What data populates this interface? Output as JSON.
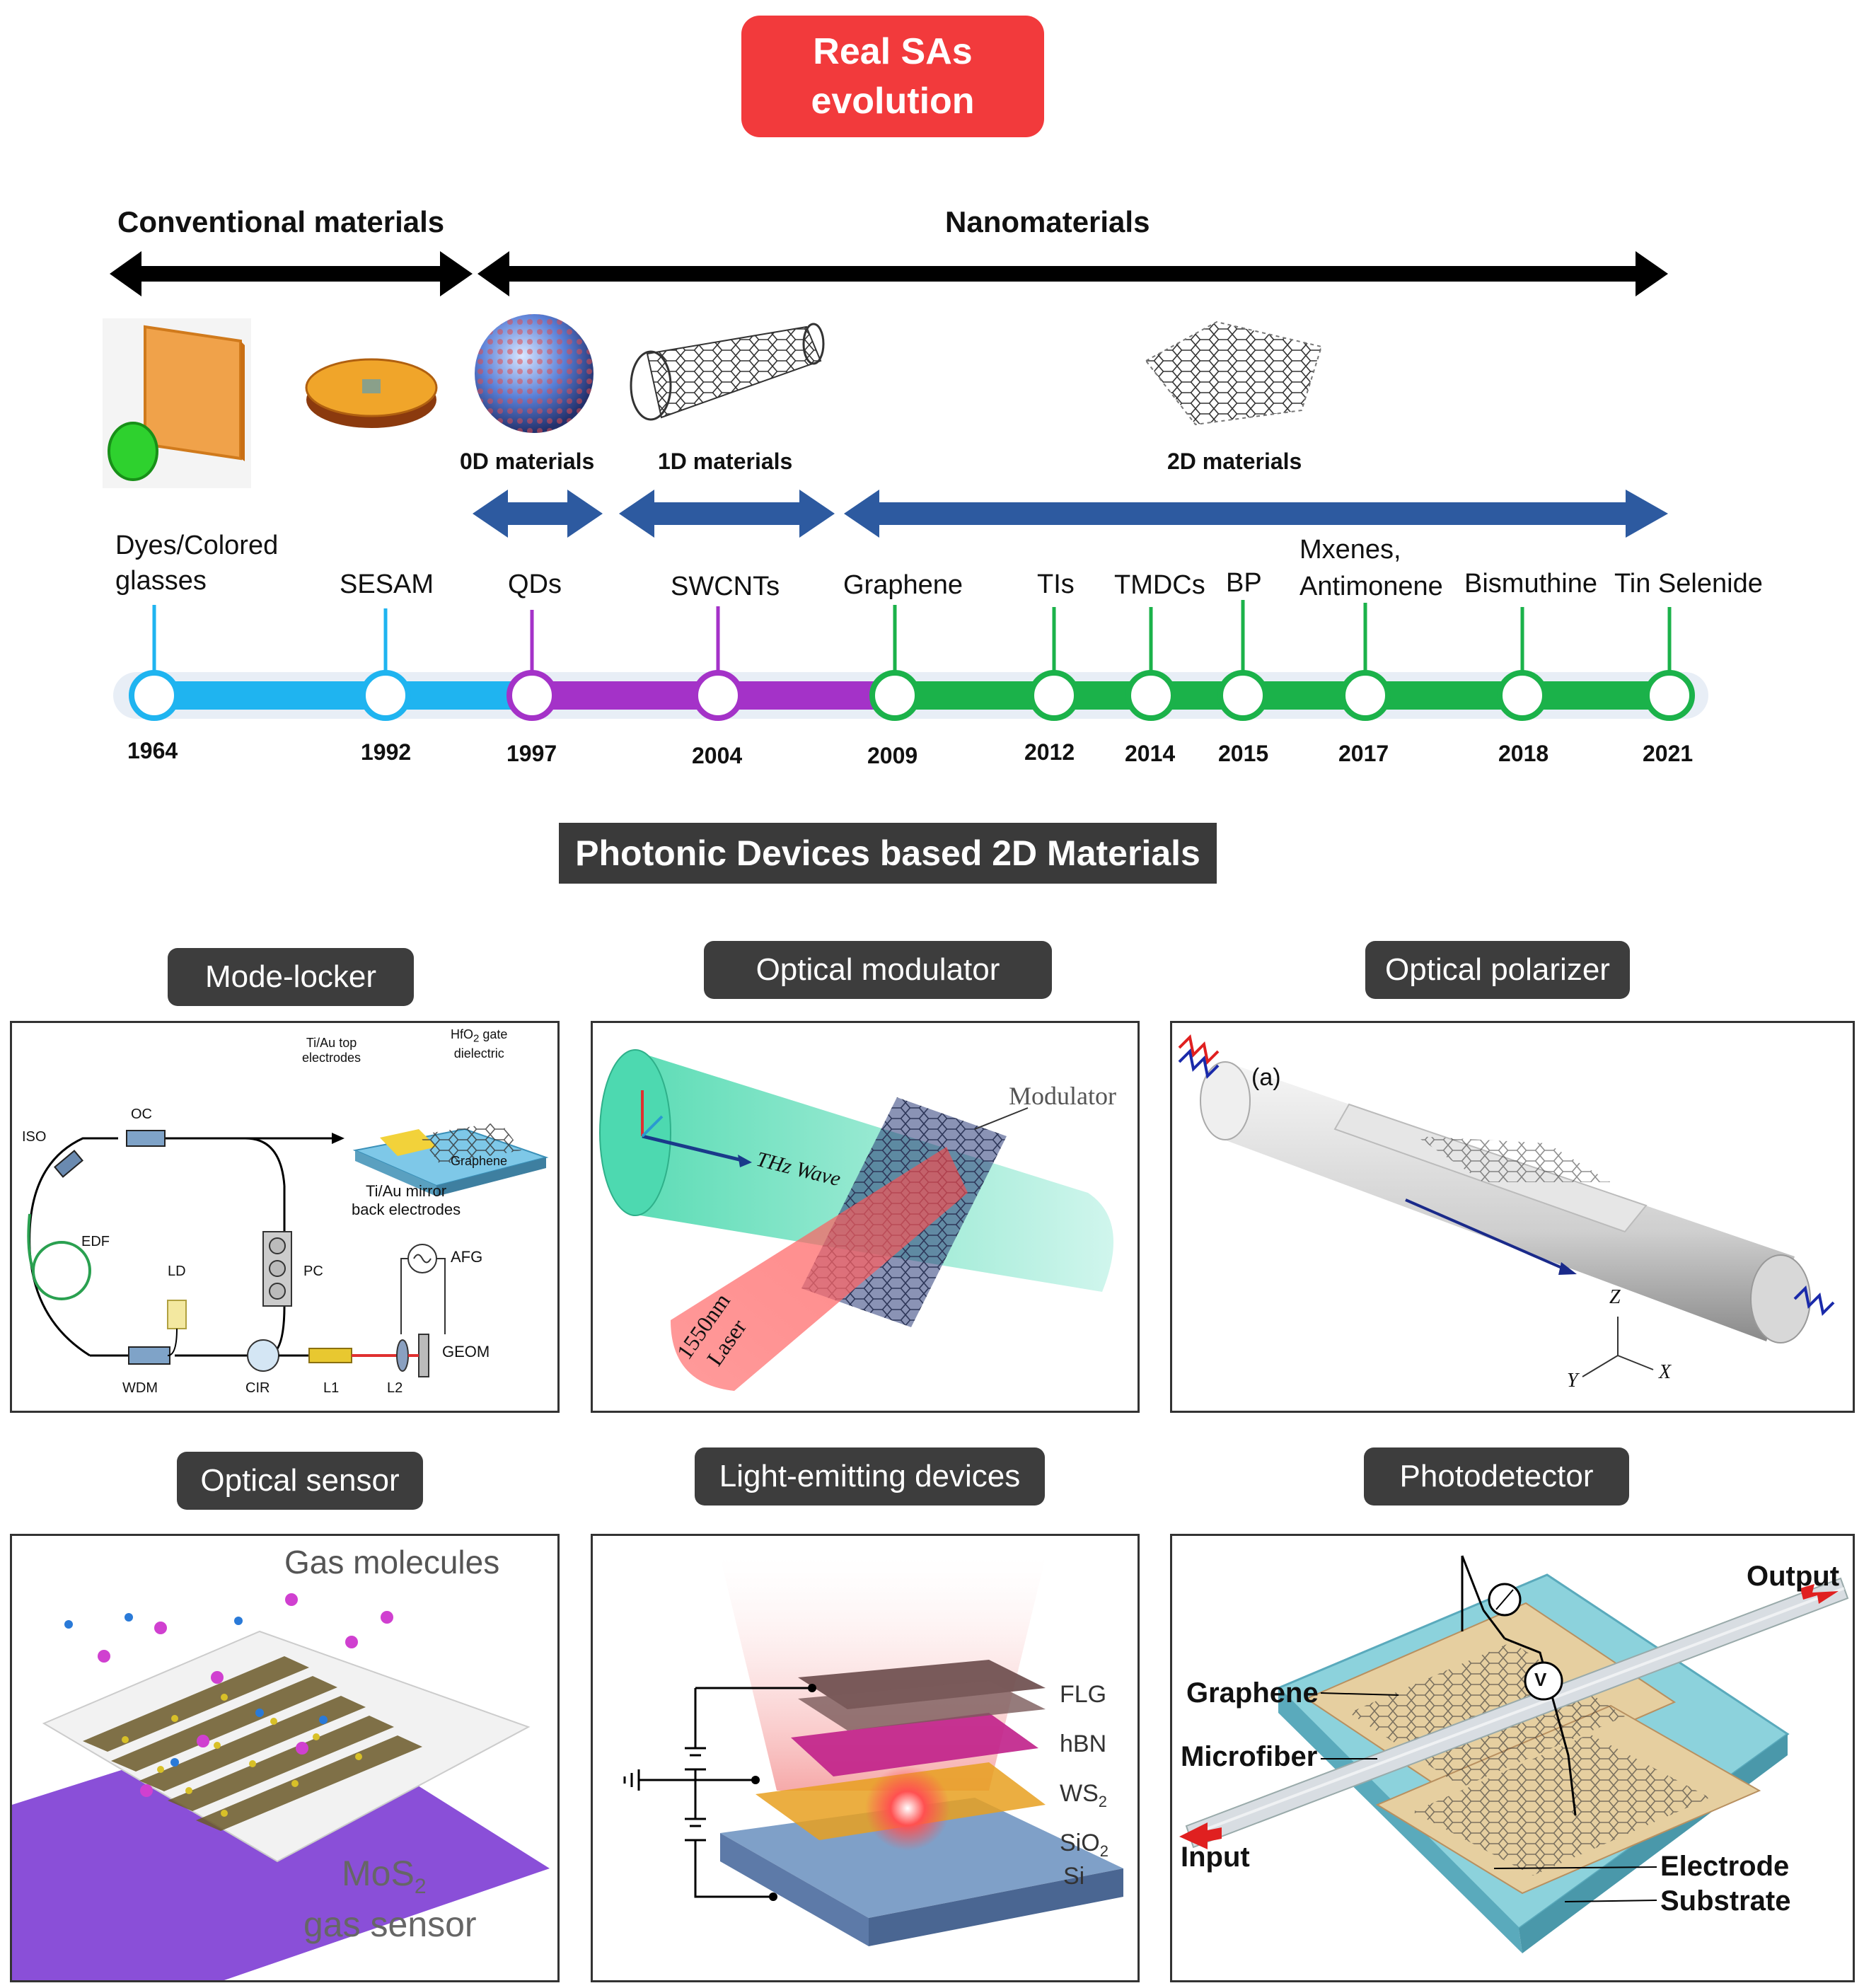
{
  "title": {
    "line1": "Real SAs",
    "line2": "evolution"
  },
  "eras": {
    "conventional": "Conventional materials",
    "nano": "Nanomaterials"
  },
  "material_classes": {
    "zero_d": "0D materials",
    "one_d": "1D materials",
    "two_d": "2D materials"
  },
  "timeline": [
    {
      "label1": "Dyes/Colored",
      "label2": "glasses",
      "year": "1964"
    },
    {
      "label1": "SESAM",
      "year": "1992"
    },
    {
      "label1": "QDs",
      "year": "1997"
    },
    {
      "label1": "SWCNTs",
      "year": "2004"
    },
    {
      "label1": "Graphene",
      "year": "2009"
    },
    {
      "label1": "TIs",
      "year": "2012"
    },
    {
      "label1": "TMDCs",
      "year": "2014"
    },
    {
      "label1": "BP",
      "year": "2015"
    },
    {
      "label1": "Mxenes,",
      "label2": "Antimonene",
      "year": "2017"
    },
    {
      "label1": "Bismuthine",
      "year": "2018"
    },
    {
      "label1": "Tin Selenide",
      "year": "2021"
    }
  ],
  "colors": {
    "blue": "#1fb4f0",
    "purple": "#a432c8",
    "green": "#1bb24a",
    "dark_blue": "#2d5aa0",
    "red": "#f23a3c"
  },
  "section_title": "Photonic Devices based 2D Materials",
  "devices": {
    "mode_locker": {
      "title": "Mode-locker",
      "labels": {
        "iso": "ISO",
        "oc": "OC",
        "edf": "EDF",
        "ld": "LD",
        "pc": "PC",
        "wdm": "WDM",
        "cir": "CIR",
        "l1": "L1",
        "l2": "L2",
        "afg": "AFG",
        "geom": "GEOM",
        "top_el1": "Ti/Au top",
        "top_el2": "electrodes",
        "hfo1": "HfO",
        "hfo_sub": "2",
        "hfo_rest": " gate",
        "hfo2": "dielectric",
        "graphene": "Graphene",
        "mirror1": "Ti/Au mirror",
        "mirror2": "back electrodes"
      }
    },
    "optical_modulator": {
      "title": "Optical modulator",
      "labels": {
        "modulator": "Modulator",
        "thz": "THz Wave",
        "laser1": "1550nm",
        "laser2": "Laser"
      }
    },
    "optical_polarizer": {
      "title": "Optical polarizer",
      "labels": {
        "panel_a": "(a)",
        "z": "Z",
        "x": "X",
        "y": "Y"
      }
    },
    "optical_sensor": {
      "title": "Optical sensor",
      "labels": {
        "gas": "Gas molecules",
        "mos": "MoS",
        "mos_sub": "2",
        "sensor": "gas sensor"
      }
    },
    "light_emitting": {
      "title": "Light-emitting devices",
      "labels": {
        "flg": "FLG",
        "hbn": "hBN",
        "ws": "WS",
        "ws_sub": "2",
        "sio": "SiO",
        "sio_sub": "2",
        "si": "Si"
      }
    },
    "photodetector": {
      "title": "Photodetector",
      "labels": {
        "output": "Output",
        "graphene": "Graphene",
        "microfiber": "Microfiber",
        "input": "Input",
        "electrode": "Electrode",
        "substrate": "Substrate",
        "i": "I",
        "v": "V"
      }
    }
  }
}
